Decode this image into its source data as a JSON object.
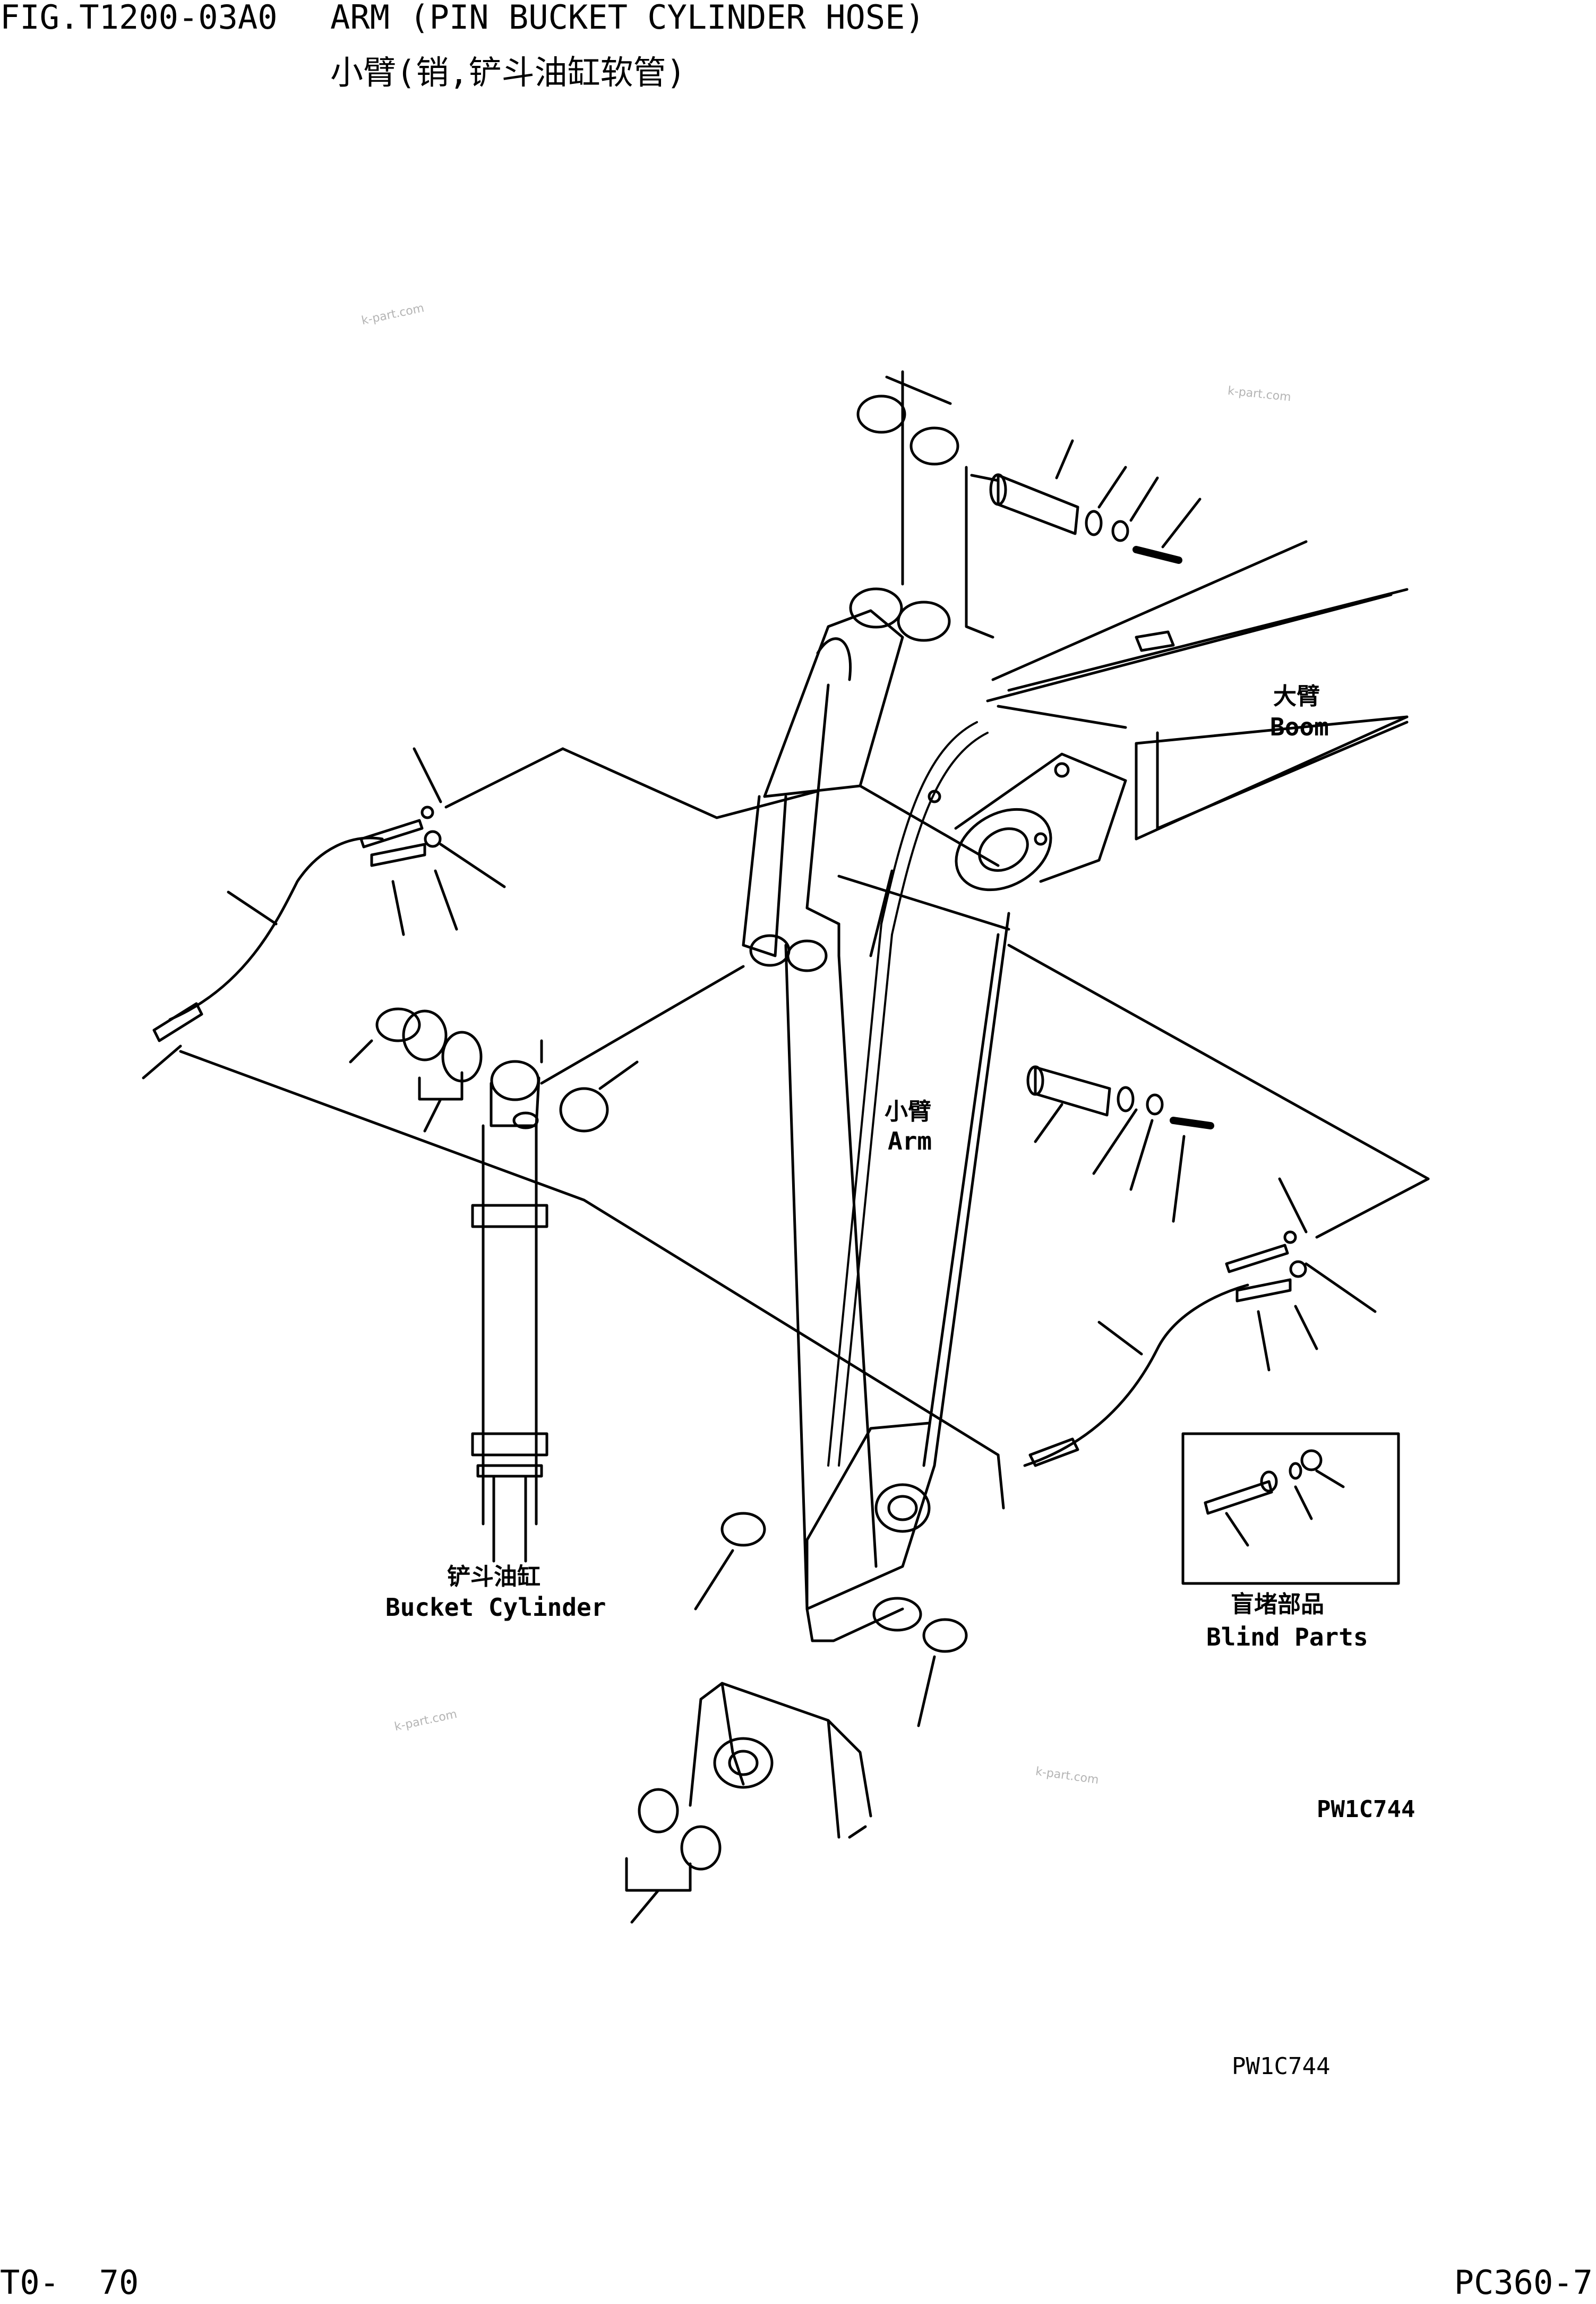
{
  "header": {
    "fig_label": "FIG.T1200-03A0",
    "title_en": "ARM (PIN BUCKET CYLINDER HOSE)",
    "title_cn": "小臂(销,铲斗油缸软管)"
  },
  "labels": {
    "boom_cn": "大臂",
    "boom_en": "Boom",
    "arm_cn": "小臂",
    "arm_en": "Arm",
    "bucket_cylinder_cn": "铲斗油缸",
    "bucket_cylinder_en": "Bucket Cylinder",
    "blind_parts_cn": "盲堵部品",
    "blind_parts_en": "Blind Parts"
  },
  "drawing_codes": {
    "inline": "PW1C744",
    "bottom": "PW1C744"
  },
  "watermark": "k-part.com",
  "footer": {
    "left": "T0-  70",
    "right": "PC360-7"
  }
}
